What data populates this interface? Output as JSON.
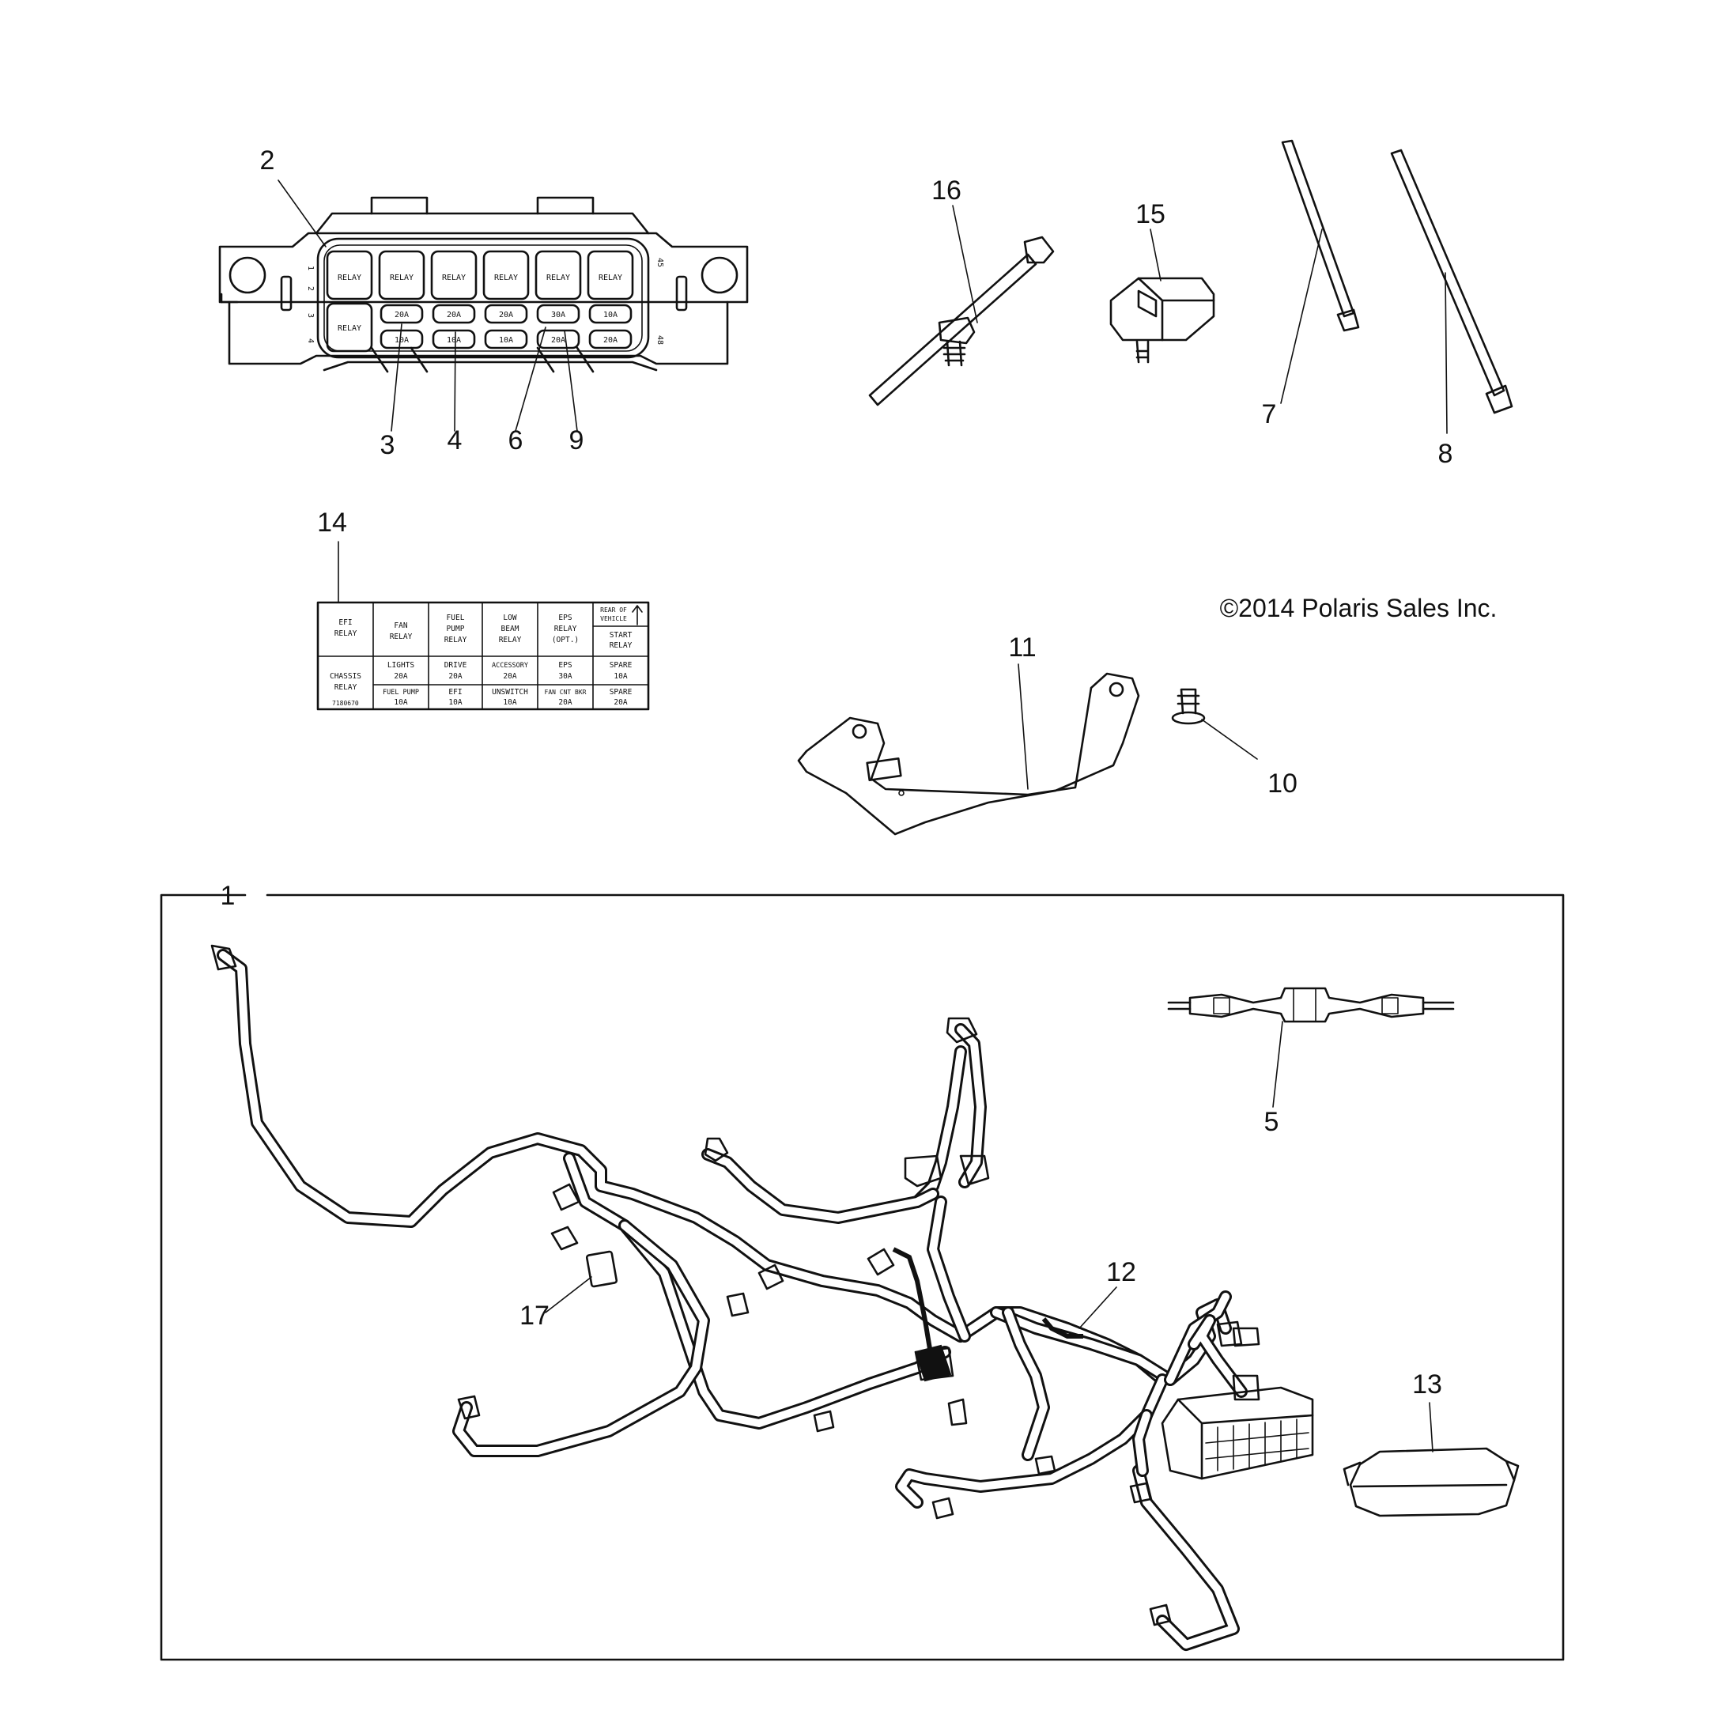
{
  "copyright": "©2014 Polaris Sales Inc.",
  "callouts": {
    "c1": "1",
    "c2": "2",
    "c3": "3",
    "c4": "4",
    "c5": "5",
    "c6": "6",
    "c7": "7",
    "c8": "8",
    "c9": "9",
    "c10": "10",
    "c11": "11",
    "c12": "12",
    "c13": "13",
    "c14": "14",
    "c15": "15",
    "c16": "16",
    "c17": "17"
  },
  "fuse_box": {
    "row_labels": [
      "1",
      "2",
      "3",
      "4"
    ],
    "end_labels": [
      "45",
      "48"
    ],
    "relay_text": "RELAY",
    "row3": [
      "20A",
      "20A",
      "20A",
      "30A",
      "10A"
    ],
    "row4": [
      "10A",
      "10A",
      "10A",
      "20A",
      "20A"
    ]
  },
  "label_card": {
    "r1": [
      "EFI",
      "FAN",
      "FUEL",
      "LOW",
      "EPS",
      "REAR OF"
    ],
    "r2": [
      "RELAY",
      "RELAY",
      "PUMP",
      "BEAM",
      "RELAY",
      "VEHICLE"
    ],
    "r3": [
      "",
      "",
      "RELAY",
      "RELAY",
      "(OPT.)",
      "START"
    ],
    "r3b": "RELAY",
    "row2a": [
      "LIGHTS",
      "DRIVE",
      "ACCESSORY",
      "EPS",
      "SPARE"
    ],
    "row2b": [
      "20A",
      "20A",
      "20A",
      "30A",
      "10A"
    ],
    "row3a": [
      "FUEL PUMP",
      "EFI",
      "UNSWITCH",
      "FAN CNT BKR",
      "SPARE"
    ],
    "row3b": [
      "10A",
      "10A",
      "10A",
      "20A",
      "20A"
    ],
    "chassis": [
      "CHASSIS",
      "RELAY"
    ],
    "part_no": "7180670"
  }
}
